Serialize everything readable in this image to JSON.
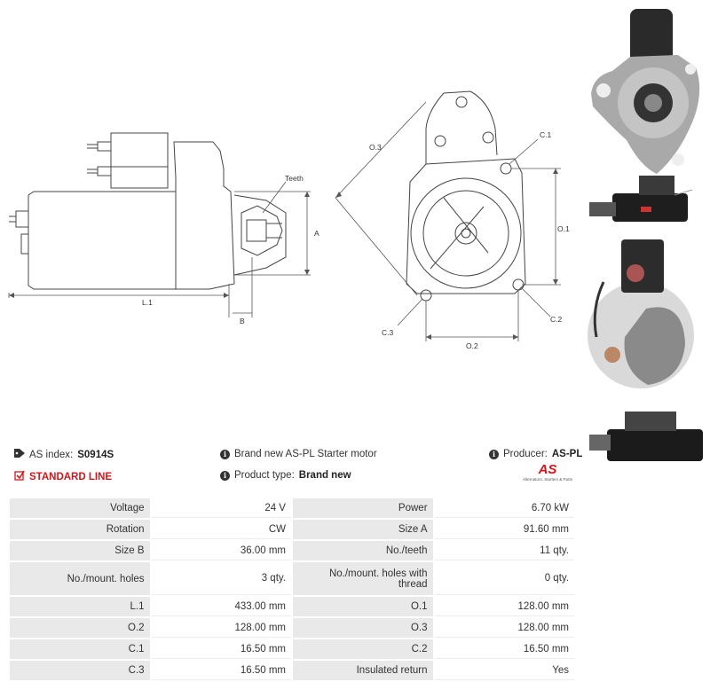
{
  "drawing": {
    "label_teeth": "Teeth",
    "label_a": "A",
    "label_b": "B",
    "label_l1": "L.1",
    "label_o1": "O.1",
    "label_o2": "O.2",
    "label_o3": "O.3",
    "label_c1": "C.1",
    "label_c2": "C.2",
    "label_c3": "C.3"
  },
  "info": {
    "as_index_label": "AS index:",
    "as_index_value": "S0914S",
    "standard_line": "STANDARD LINE",
    "description": "Brand new AS-PL Starter motor",
    "product_type_label": "Product type:",
    "product_type_value": "Brand new",
    "producer_label": "Producer:",
    "producer_value": "AS-PL",
    "logo_text": "AS",
    "logo_tagline": "Alternators, Starters & Parts"
  },
  "specs": [
    {
      "l1": "Voltage",
      "v1": "24 V",
      "l2": "Power",
      "v2": "6.70 kW"
    },
    {
      "l1": "Rotation",
      "v1": "CW",
      "l2": "Size A",
      "v2": "91.60 mm"
    },
    {
      "l1": "Size B",
      "v1": "36.00 mm",
      "l2": "No./teeth",
      "v2": "11 qty."
    },
    {
      "l1": "No./mount. holes",
      "v1": "3 qty.",
      "l2": "No./mount. holes with thread",
      "v2": "0 qty."
    },
    {
      "l1": "L.1",
      "v1": "433.00 mm",
      "l2": "O.1",
      "v2": "128.00 mm"
    },
    {
      "l1": "O.2",
      "v1": "128.00 mm",
      "l2": "O.3",
      "v2": "128.00 mm"
    },
    {
      "l1": "C.1",
      "v1": "16.50 mm",
      "l2": "C.2",
      "v2": "16.50 mm"
    },
    {
      "l1": "C.3",
      "v1": "16.50 mm",
      "l2": "Insulated return",
      "v2": "Yes"
    }
  ]
}
